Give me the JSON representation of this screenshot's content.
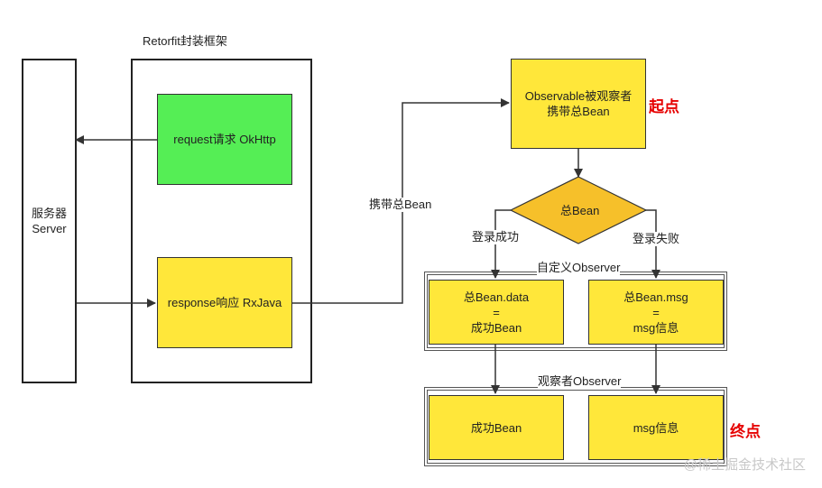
{
  "retrofit_label": "Retorfit封装框架",
  "server": {
    "line1": "服务器",
    "line2": "Server"
  },
  "request_box": "request请求 OkHttp",
  "response_box": "response响应 RxJava",
  "carry_label": "携带总Bean",
  "observable_box": {
    "line1": "Observable被观察者",
    "line2": "携带总Bean"
  },
  "start_tag": "起点",
  "decision": "总Bean",
  "success_label": "登录成功",
  "fail_label": "登录失败",
  "custom_observer_label": "自定义Observer",
  "data_box": {
    "line1": "总Bean.data",
    "line2": "=",
    "line3": "成功Bean"
  },
  "msg_box": {
    "line1": "总Bean.msg",
    "line2": "=",
    "line3": "msg信息"
  },
  "observer_label": "观察者Observer",
  "success_bean_box": "成功Bean",
  "msg_info_box": "msg信息",
  "end_tag": "终点",
  "watermark": "@稀土掘金技术社区",
  "colors": {
    "green": "#55ee55",
    "yellow": "#ffe73a",
    "diamond": "#f6c02a",
    "red": "#e60000"
  }
}
